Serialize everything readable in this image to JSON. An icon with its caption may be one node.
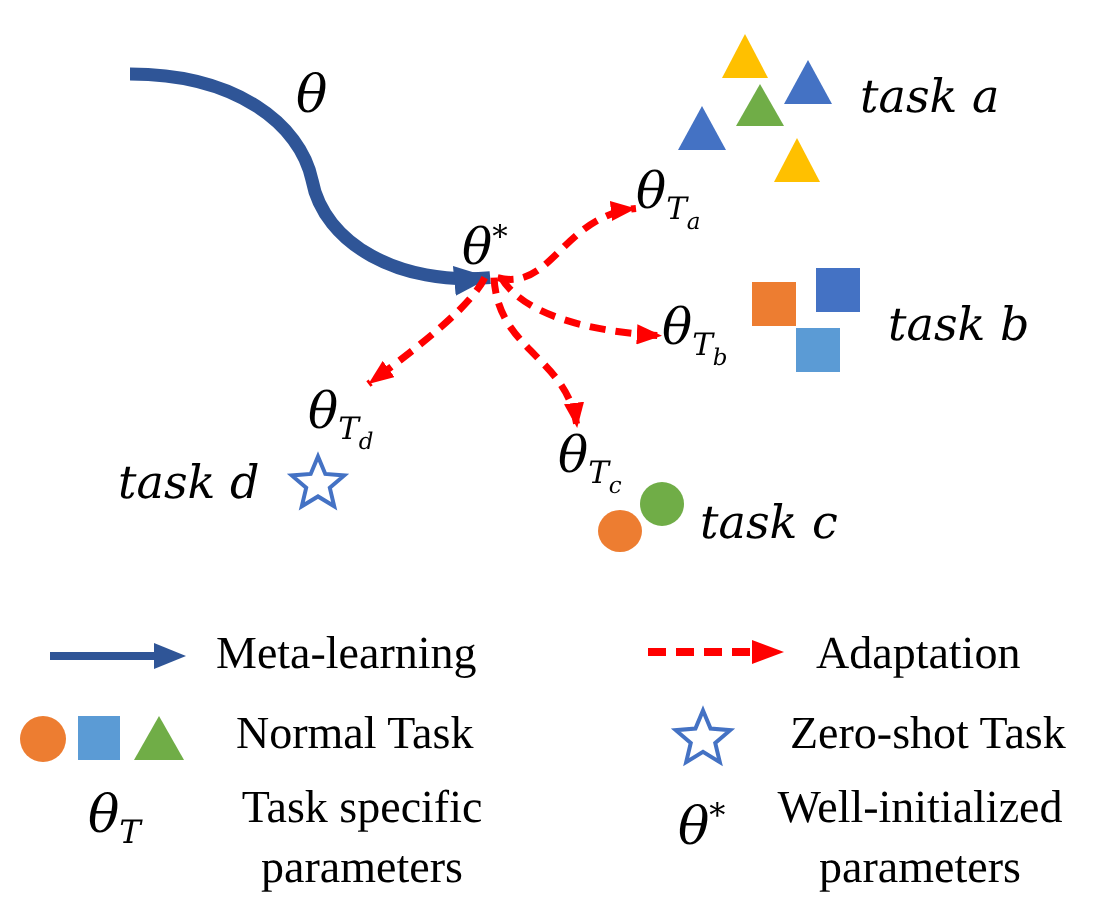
{
  "diagram": {
    "nodes": [
      {
        "text": [
          "task a"
        ]
      },
      {
        "text": [
          "θ$_{T}$$_{a}$"
        ]
      },
      {
        "text": [
          "θ$^{*}$"
        ]
      },
      {
        "text": [
          "θ$_{T}$$_{b}$"
        ]
      },
      {
        "text": [
          "task b"
        ]
      },
      {
        "text": [
          "θ$_{T}$$_{d}$"
        ]
      },
      {
        "text": [
          "θ$_{T}$$_{c}$"
        ]
      },
      {
        "text": [
          "task d"
        ]
      },
      {
        "text": [
          "task c"
        ]
      }
    ],
    "edges": [
      {
        "from": null,
        "to": 2,
        "arrow": "to",
        "label": "θ",
        "style": "thick",
        "color": "#2f5597"
      },
      {
        "from": 2,
        "to": 1,
        "arrow": "to",
        "style": "dashed"
      },
      {
        "from": 2,
        "to": 3,
        "arrow": "to",
        "style": "dashed"
      },
      {
        "from": 2,
        "to": 6,
        "arrow": "to",
        "style": "dashed"
      },
      {
        "from": 2,
        "to": 5,
        "arrow": "to",
        "style": "dashed"
      }
    ],
    "labels": [
      "θ$_{T}$",
      "θ$^{*}$"
    ],
    "legend": [
      {
        "text": "Meta-learning"
      },
      {
        "text": "Adaptation"
      },
      {
        "text": "Normal Task"
      },
      {
        "text": "Zero-shot Task"
      },
      {
        "text": "Task specific parameters"
      },
      {
        "text": "Well-initialized parameters"
      }
    ]
  }
}
